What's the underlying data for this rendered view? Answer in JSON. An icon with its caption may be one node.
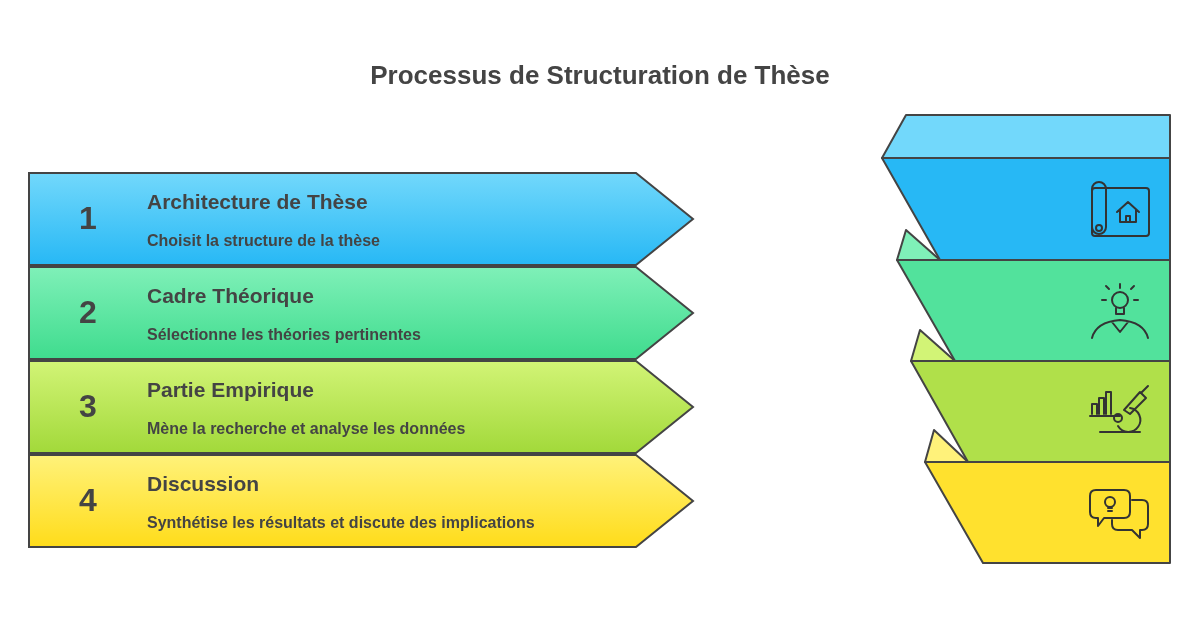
{
  "diagram": {
    "title": "Processus de Structuration de Thèse",
    "nodes": [
      {
        "text": [
          "1",
          "Architecture de Thèse",
          "Choisit la structure de la thèse"
        ]
      },
      {
        "text": [
          "2",
          "Cadre Théorique",
          "Sélectionne les théories pertinentes"
        ]
      },
      {
        "text": [
          "3",
          "Partie Empirique",
          "Mène la recherche et analyse les données"
        ]
      },
      {
        "text": [
          "4",
          "Discussion",
          "Synthétise les résultats et discute des implications"
        ]
      }
    ]
  }
}
